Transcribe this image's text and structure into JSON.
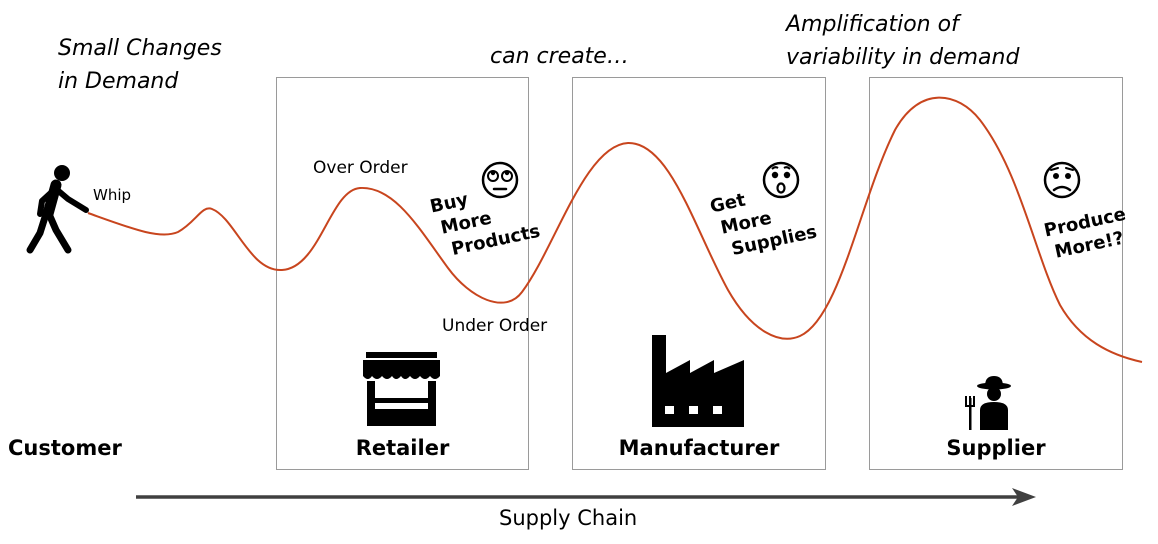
{
  "annotations": {
    "small_changes": [
      "Small Changes",
      "in Demand"
    ],
    "can_create": "can create…",
    "amplification": [
      "Amplification of",
      "variability in demand"
    ],
    "whip": "Whip",
    "over_order": "Over Order",
    "under_order": "Under Order"
  },
  "actors": {
    "customer": "Customer",
    "retailer": "Retailer",
    "manufacturer": "Manufacturer",
    "supplier": "Supplier"
  },
  "reactions": {
    "retailer": [
      "Buy",
      "More",
      "Products"
    ],
    "manufacturer": [
      "Get",
      "More",
      "Supplies"
    ],
    "supplier": [
      "Produce",
      "More!?"
    ]
  },
  "axis": {
    "label": "Supply Chain"
  },
  "colors": {
    "wave": "#c8451e",
    "box_border": "#9a9a9a",
    "arrow": "#404040"
  },
  "icons": [
    "walking-person-icon",
    "rolling-eyes-face-icon",
    "surprised-face-icon",
    "worried-face-icon",
    "store-icon",
    "factory-icon",
    "farmer-icon"
  ]
}
